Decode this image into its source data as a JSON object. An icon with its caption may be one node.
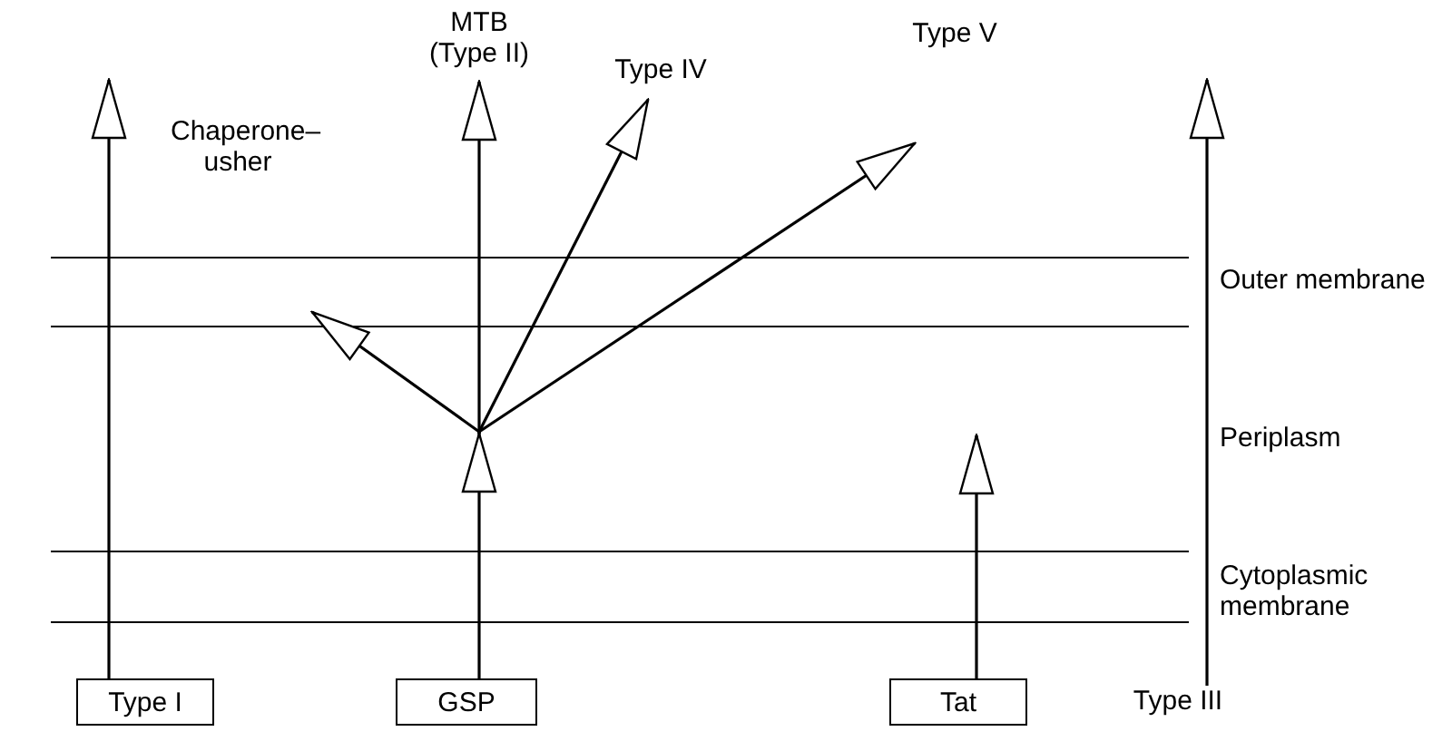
{
  "diagram": {
    "nodes": [
      {
        "text": [
          "Type I"
        ]
      },
      {
        "text": [
          "GSP"
        ]
      },
      {
        "text": [
          "Tat"
        ]
      },
      {
        "text": [
          "Type III"
        ]
      },
      {
        "text": [],
        "shape": "point"
      },
      {
        "text": [
          "Chaperone–usher"
        ]
      },
      {
        "text": [
          "MTB (Type II)"
        ]
      },
      {
        "text": [
          "Type IV"
        ]
      },
      {
        "text": [
          "Type V"
        ]
      }
    ],
    "edges": [
      {
        "from": 0,
        "to": null,
        "arrow": "to"
      },
      {
        "from": 1,
        "to": 4,
        "arrow": "to"
      },
      {
        "from": 4,
        "to": 5,
        "arrow": "to"
      },
      {
        "from": 4,
        "to": 6,
        "arrow": "to"
      },
      {
        "from": 4,
        "to": 7,
        "arrow": "to"
      },
      {
        "from": 4,
        "to": 8,
        "arrow": "to"
      },
      {
        "from": 2,
        "to": null,
        "arrow": "to"
      },
      {
        "from": 3,
        "to": null,
        "arrow": "to"
      }
    ],
    "labels": [
      "Outer membrane",
      "Periplasm",
      "Cytoplasmic membrane"
    ]
  }
}
